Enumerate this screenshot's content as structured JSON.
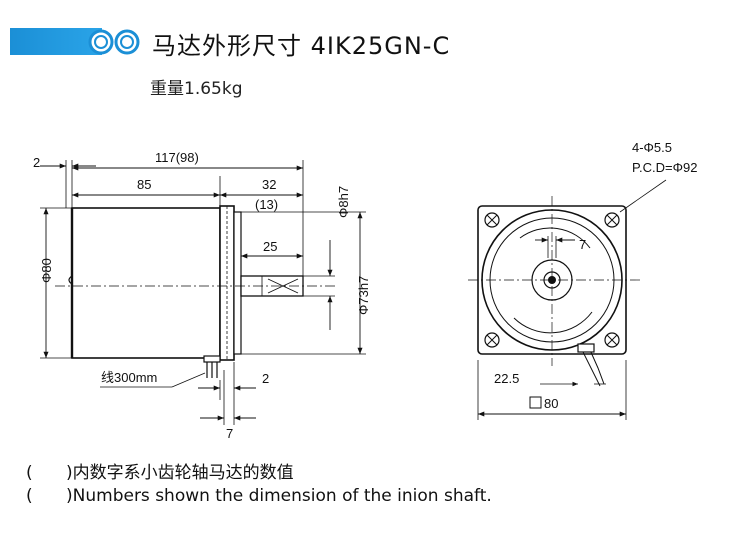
{
  "header": {
    "title": "马达外形尺寸 4IK25GN-C",
    "weight": "重量1.65kg",
    "accent_color": "#1b8fd6"
  },
  "side_view": {
    "dim_2_top": "2",
    "dim_overall": "117(98)",
    "dim_85": "85",
    "dim_32": "32",
    "dim_13": "(13)",
    "dim_25": "25",
    "dim_phi80": "Φ80",
    "dim_phi8h7": "Φ8h7",
    "dim_phi73h7": "Φ73h7",
    "lead_label": "线300mm",
    "dim_2_bottom": "2",
    "dim_7": "7"
  },
  "front_view": {
    "holes_label": "4-Φ5.5",
    "pcd_label": "P.C.D=Φ92",
    "dim_7": "7",
    "dim_22_5": "22.5",
    "dim_square_80": "80"
  },
  "notes": [
    {
      "paren": "(",
      "close": ")",
      "text": "内数字系小齿轮轴马达的数值"
    },
    {
      "paren": "(",
      "close": ")",
      "text": "Numbers shown the dimension of the inion shaft."
    }
  ]
}
